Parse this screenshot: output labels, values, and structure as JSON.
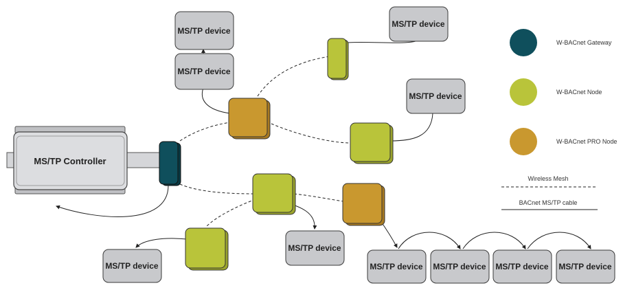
{
  "colors": {
    "gateway": "#0f4f5c",
    "node": "#b9c43a",
    "pro_node": "#c9982f",
    "device_fill": "#c8c9cc",
    "device_stroke": "#3a3a3a",
    "controller_fill": "#dcdde0"
  },
  "controller": {
    "label": "MS/TP Controller"
  },
  "devices": {
    "label": "MS/TP device"
  },
  "legend": {
    "gateway": "W-BACnet Gateway",
    "node": "W-BACnet Node",
    "pro_node": "W-BACnet PRO Node",
    "wireless": "Wireless Mesh",
    "cable": "BACnet MS/TP cable"
  }
}
